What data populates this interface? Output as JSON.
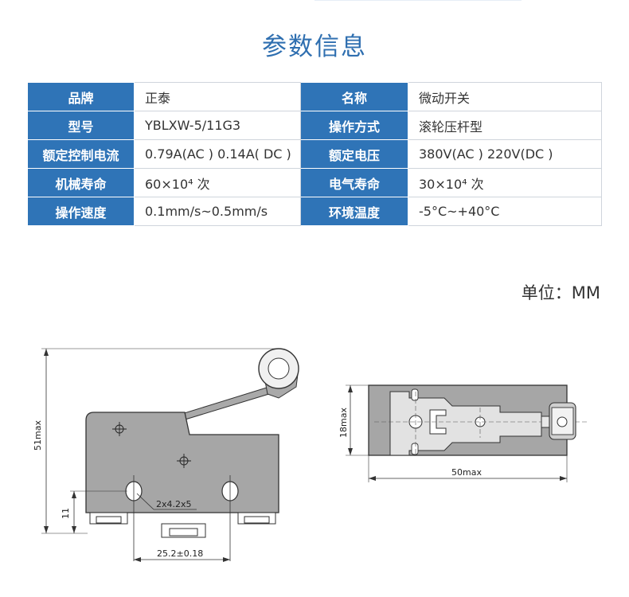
{
  "title": "参数信息",
  "specs": [
    {
      "k1": "品牌",
      "v1": "正泰",
      "k2": "名称",
      "v2": "微动开关"
    },
    {
      "k1": "型号",
      "v1": "YBLXW-5/11G3",
      "k2": "操作方式",
      "v2": "滚轮压杆型"
    },
    {
      "k1": "额定控制电流",
      "v1": "0.79A(AC ) 0.14A( DC )",
      "k2": "额定电压",
      "v2": "380V(AC ) 220V(DC )"
    },
    {
      "k1": "机械寿命",
      "v1": "60×10⁴ 次",
      "k2": "电气寿命",
      "v2": "30×10⁴ 次"
    },
    {
      "k1": "操作速度",
      "v1": "0.1mm/s~0.5mm/s",
      "k2": "环境温度",
      "v2": "-5°C~+40°C"
    }
  ],
  "unit": "单位：MM",
  "dims": {
    "height_max": "51max",
    "lower": "11",
    "hole": "2x4.2x5",
    "hole_pitch": "25.2±0.18",
    "depth_max": "18max",
    "width_max": "50max"
  },
  "colors": {
    "accent": "#2f74b7",
    "title": "#2f6fb0",
    "body": "#a6a6a6"
  }
}
